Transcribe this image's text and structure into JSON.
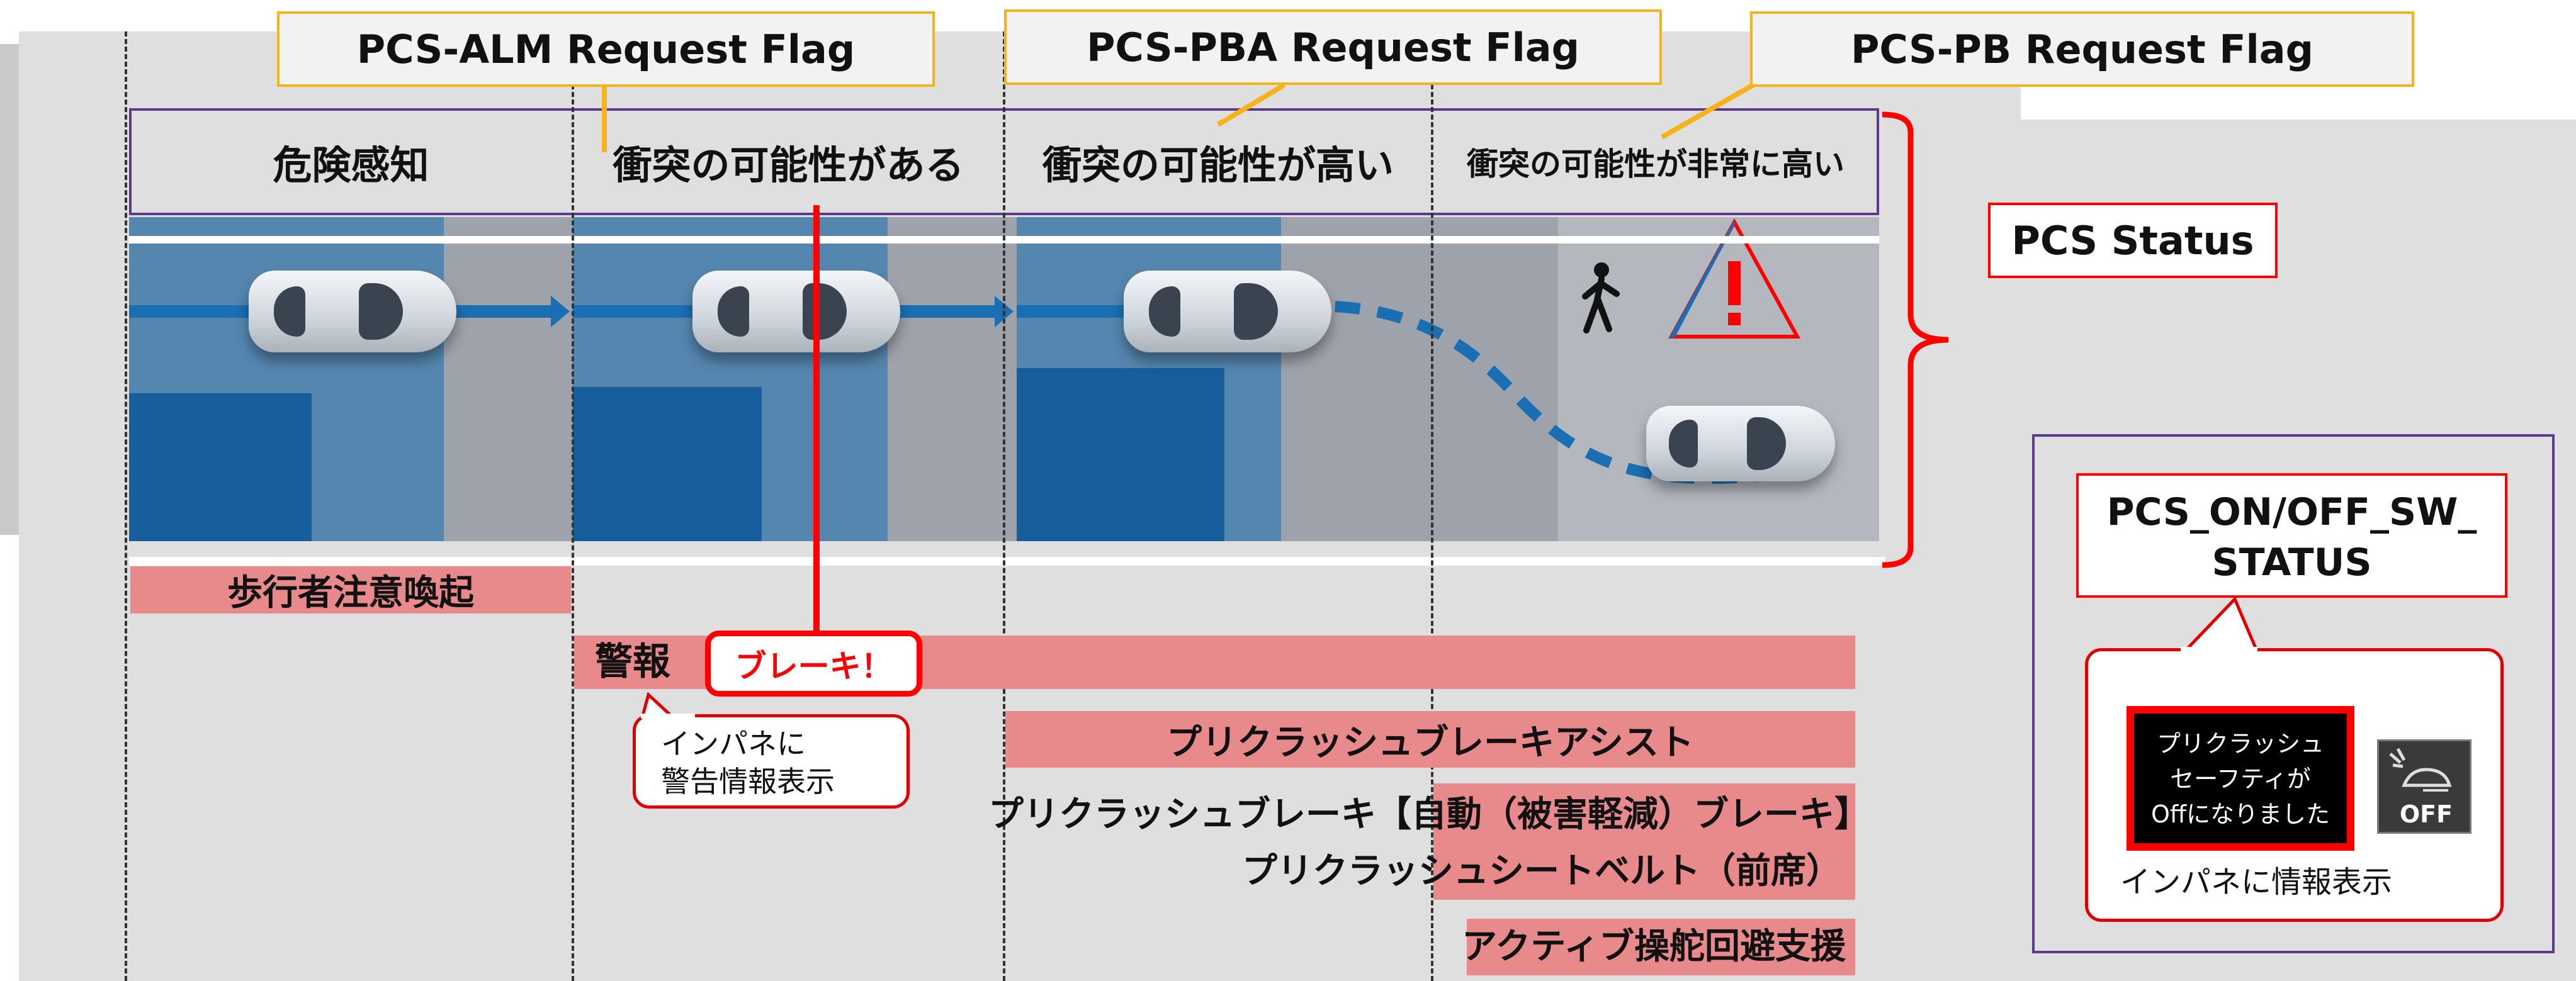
{
  "flags": {
    "alm": "PCS-ALM Request Flag",
    "pba": "PCS-PBA Request Flag",
    "pb": "PCS-PB Request Flag"
  },
  "phases": [
    "危険感知",
    "衝突の可能性がある",
    "衝突の可能性が高い",
    "衝突の可能性が非常に高い"
  ],
  "status_label": "PCS Status",
  "bars": {
    "pedestrian_alert": "歩行者注意喚起",
    "warning": "警報",
    "brake_popup": "ブレーキ！",
    "panel_warning_line1": "インパネに",
    "panel_warning_line2": "警告情報表示",
    "brake_assist": "プリクラッシュブレーキアシスト",
    "auto_brake": "プリクラッシュブレーキ【自動（被害軽減）ブレーキ】",
    "seatbelt": "プリクラッシュシートベルト（前席）",
    "steering_assist": "アクティブ操舵回避支援"
  },
  "switch_panel": {
    "title": "PCS_ON/OFF_SW_STATUS",
    "title_line1": "PCS_ON/OFF_SW_",
    "title_line2": "STATUS",
    "display_line1": "プリクラッシュ",
    "display_line2": "セーフティが",
    "display_line3": "Offになりました",
    "off_icon_label": "OFF",
    "caption": "インパネに情報表示"
  },
  "colors": {
    "flag_border": "#f5b21b",
    "purple_border": "#5b3a8c",
    "red": "#ff0000",
    "bar_fill": "#e8898b",
    "road_blue": "#1a6fb3"
  }
}
